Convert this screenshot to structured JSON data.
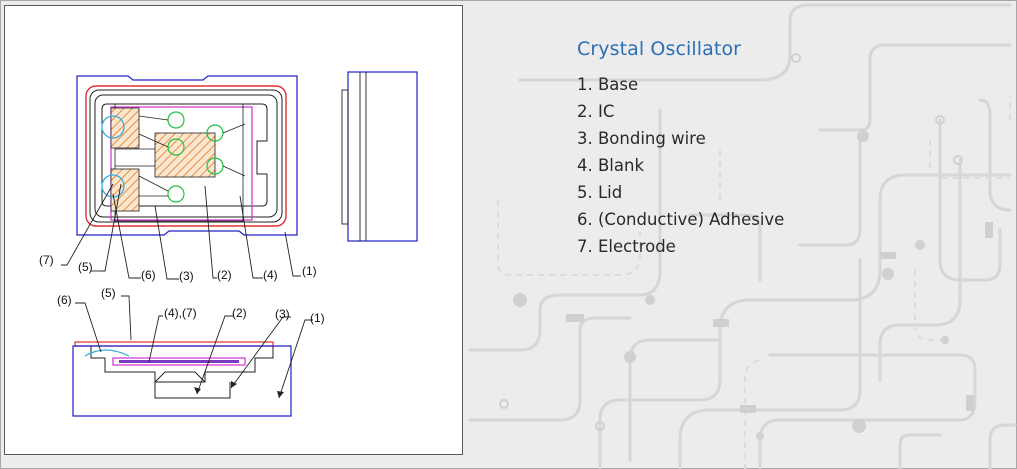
{
  "diagram": {
    "top_view_callouts": [
      "(7)",
      "(5)",
      "(6)",
      "(3)",
      "(2)",
      "(4)",
      "(1)"
    ],
    "section_view_callouts": [
      "(6)",
      "(5)",
      "(4),(7)",
      "(2)",
      "(3)",
      "(1)"
    ]
  },
  "info": {
    "title": "Crystal Oscillator",
    "items": [
      "1. Base",
      "2. IC",
      "3. Bonding wire",
      "4. Blank",
      "5. Lid",
      "6. (Conductive) Adhesive",
      "7. Electrode"
    ]
  },
  "colors": {
    "title": "#2b6fb4",
    "outline_blue": "#2020c8",
    "lid_red": "#e03030",
    "blank_magenta": "#d030d0",
    "adhesive_green": "#20c040",
    "electrode_cyan": "#30b0e0",
    "hatch_orange": "#e07a20",
    "circuit_grey": "#d4d4d4"
  }
}
